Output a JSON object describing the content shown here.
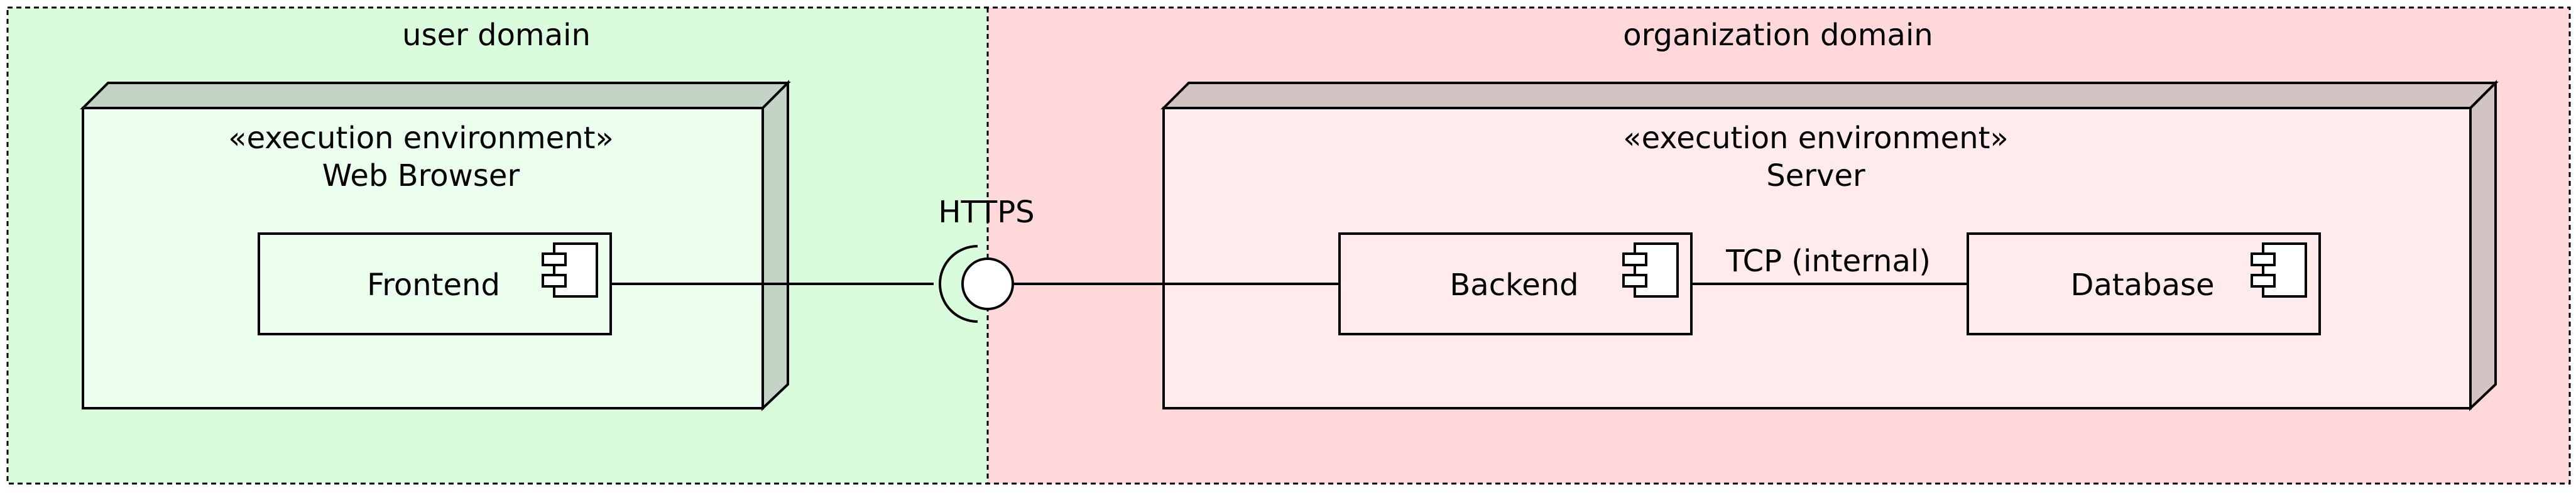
{
  "domains": {
    "user": {
      "label": "user domain",
      "fill": "#d9fcdc"
    },
    "organization": {
      "label": "organization domain",
      "fill": "#ffd9d9"
    }
  },
  "nodes": {
    "web_browser": {
      "stereotype": "«execution environment»",
      "name": "Web Browser",
      "face_fill": "#ebfeee",
      "side_fill": "#c3d4c6"
    },
    "server": {
      "stereotype": "«execution environment»",
      "name": "Server",
      "face_fill": "#ffebeb",
      "side_fill": "#d4c3c3"
    }
  },
  "components": {
    "frontend": {
      "label": "Frontend",
      "icon": "component-icon"
    },
    "backend": {
      "label": "Backend",
      "icon": "component-icon"
    },
    "database": {
      "label": "Database",
      "icon": "component-icon"
    }
  },
  "connectors": {
    "https": {
      "label": "HTTPS",
      "notation": "ball-and-socket"
    },
    "tcp": {
      "label": "TCP (internal)"
    }
  },
  "colors": {
    "stroke": "#000000",
    "boundary_dash": "#000000"
  }
}
